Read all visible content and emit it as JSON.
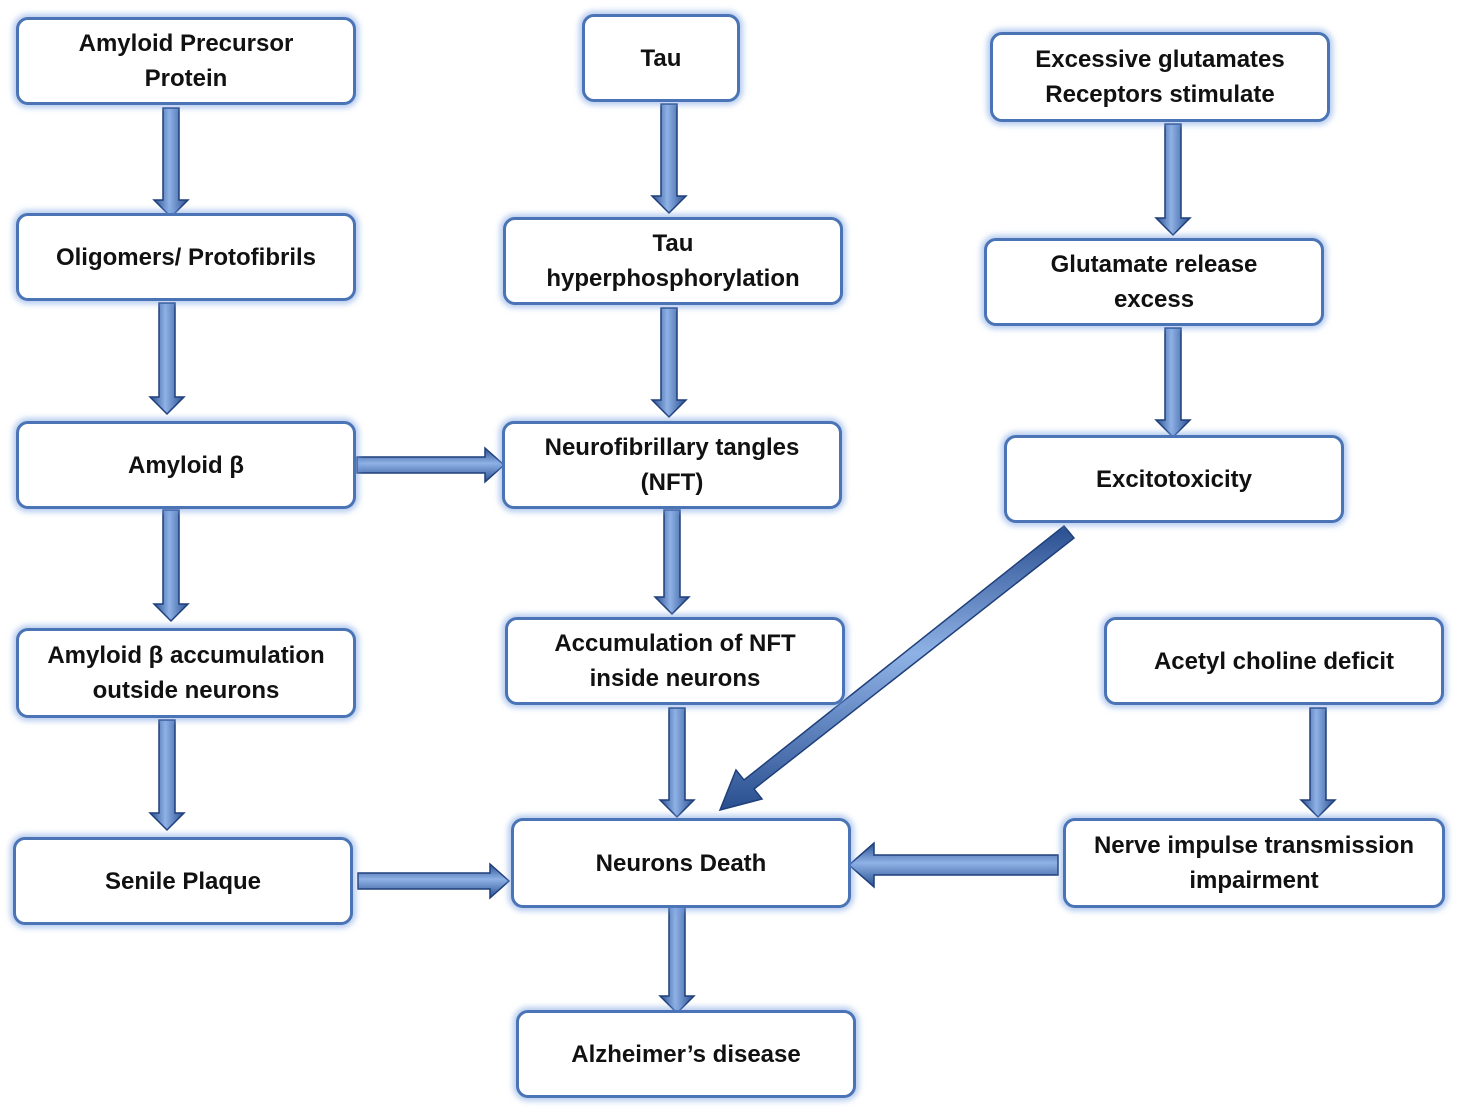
{
  "nodes": {
    "app": {
      "lines": [
        "Amyloid Precursor",
        "Protein"
      ]
    },
    "oligomers": {
      "lines": [
        "Oligomers/ Protofibrils"
      ]
    },
    "amyloid_beta": {
      "lines": [
        "Amyloid β"
      ]
    },
    "amyloid_accum": {
      "lines": [
        "Amyloid β accumulation",
        "outside neurons"
      ]
    },
    "senile_plaque": {
      "lines": [
        "Senile Plaque"
      ]
    },
    "tau": {
      "lines": [
        "Tau"
      ]
    },
    "tau_hyper": {
      "lines": [
        "Tau",
        "hyperphosphorylation"
      ]
    },
    "nft": {
      "lines": [
        "Neurofibrillary tangles",
        "(NFT)"
      ]
    },
    "nft_accum": {
      "lines": [
        "Accumulation of NFT",
        "inside neurons"
      ]
    },
    "neurons_death": {
      "lines": [
        "Neurons Death"
      ]
    },
    "alzheimers": {
      "lines": [
        "Alzheimer’s disease"
      ]
    },
    "glutamates": {
      "lines": [
        "Excessive glutamates",
        "Receptors stimulate"
      ]
    },
    "glutamate_release": {
      "lines": [
        "Glutamate release",
        "excess"
      ]
    },
    "excitotoxicity": {
      "lines": [
        "Excitotoxicity"
      ]
    },
    "acetyl": {
      "lines": [
        "Acetyl choline deficit"
      ]
    },
    "nerve_impulse": {
      "lines": [
        "Nerve impulse transmission",
        "impairment"
      ]
    }
  },
  "colors": {
    "border": "#4a74b5",
    "glow": "#78a0e1",
    "arrow_fill": "#4f7fc7",
    "arrow_dark": "#1f3f7a"
  }
}
